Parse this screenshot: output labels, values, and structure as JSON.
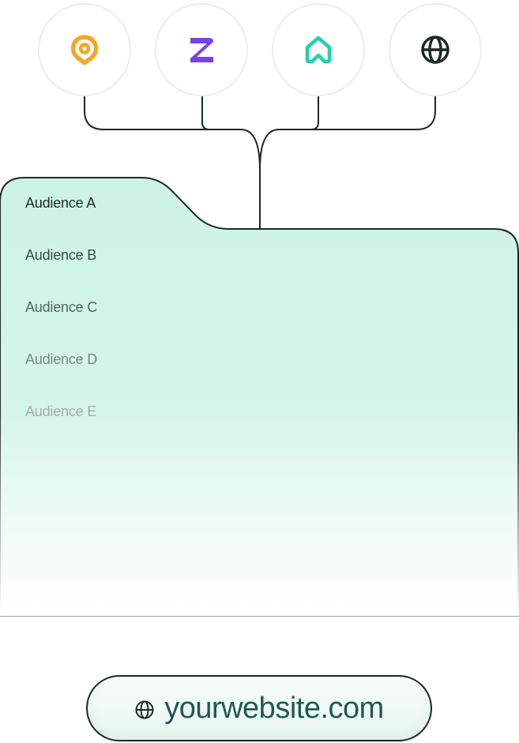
{
  "icons": [
    {
      "name": "location-pin-icon",
      "color": "#F5A623"
    },
    {
      "name": "z-logo-icon",
      "color": "#7B3FF2"
    },
    {
      "name": "home-icon",
      "color": "#1FD1B0"
    },
    {
      "name": "globe-icon",
      "color": "#1C2A22"
    }
  ],
  "audiences": [
    {
      "label": "Audience A",
      "text_color": "#1C2A22"
    },
    {
      "label": "Audience B",
      "text_color": "#3A4A42"
    },
    {
      "label": "Audience C",
      "text_color": "#556660"
    },
    {
      "label": "Audience D",
      "text_color": "#7A8681"
    },
    {
      "label": "Audience E",
      "text_color": "#A4ADA9"
    }
  ],
  "website": {
    "label": "yourwebsite.com",
    "icon": "globe-icon",
    "text_color": "#1C5A4D"
  },
  "colors": {
    "tab_fill": "#D8F5EC",
    "line": "#1C2A22"
  }
}
